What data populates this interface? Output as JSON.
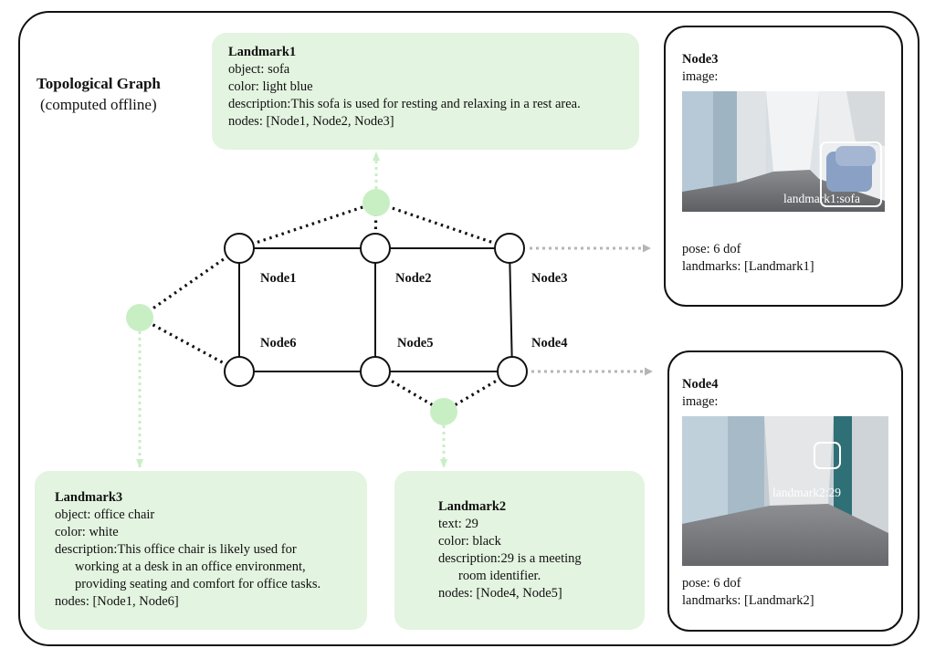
{
  "title": {
    "main": "Topological Graph",
    "sub": "(computed offline)"
  },
  "nodes": {
    "node1": "Node1",
    "node2": "Node2",
    "node3": "Node3",
    "node4": "Node4",
    "node5": "Node5",
    "node6": "Node6"
  },
  "landmark1": {
    "title": "Landmark1",
    "object": "object: sofa",
    "color": "color: light blue",
    "description": "description:This sofa is used for resting and relaxing in a rest area.",
    "nodes": "nodes: [Node1, Node2, Node3]"
  },
  "landmark2": {
    "title": "Landmark2",
    "text": "text: 29",
    "color": "color: black",
    "description_1": "description:29 is a meeting",
    "description_2": "room identifier.",
    "nodes": "nodes: [Node4, Node5]"
  },
  "landmark3": {
    "title": "Landmark3",
    "object": "object: office chair",
    "color": "color: white",
    "description_1": "description:This office chair is likely used for",
    "description_2": "working  at a desk in an office environment,",
    "description_3": "providing seating and comfort for office tasks.",
    "nodes": "nodes: [Node1, Node6]"
  },
  "node3_panel": {
    "title": "Node3",
    "image_label": "image:",
    "detection": "landmark1:sofa",
    "pose": "pose: 6 dof",
    "landmarks": "landmarks: [Landmark1]"
  },
  "node4_panel": {
    "title": "Node4",
    "image_label": "image:",
    "detection": "landmark2:29",
    "pose": "pose: 6 dof",
    "landmarks": "landmarks: [Landmark2]"
  },
  "colors": {
    "landmark_fill": "#e3f4e0",
    "landmark_dot": "#c8efc4",
    "arrow_gray": "#b5b5b5"
  }
}
